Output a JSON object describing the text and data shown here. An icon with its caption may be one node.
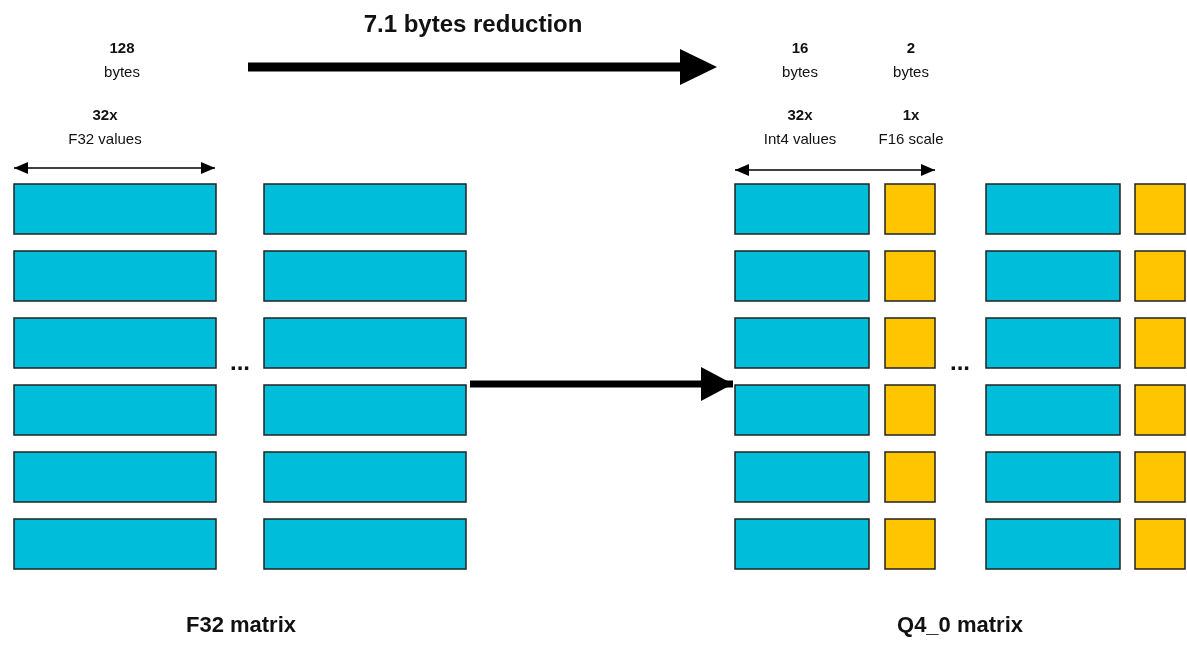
{
  "diagram": {
    "nodes": [
      {
        "text": [
          "F32 matrix"
        ]
      },
      {
        "text": [
          "Q4_0 matrix"
        ]
      }
    ],
    "edges": [
      {
        "from": 0,
        "to": 1,
        "arrow": "to"
      }
    ],
    "labels": [
      "7.1 bytes reduction",
      "128",
      "bytes",
      "16",
      "bytes",
      "2",
      "bytes",
      "32x",
      "F32 values",
      "32x",
      "Int4 values",
      "1x",
      "F16 scale",
      "...",
      "..."
    ]
  }
}
